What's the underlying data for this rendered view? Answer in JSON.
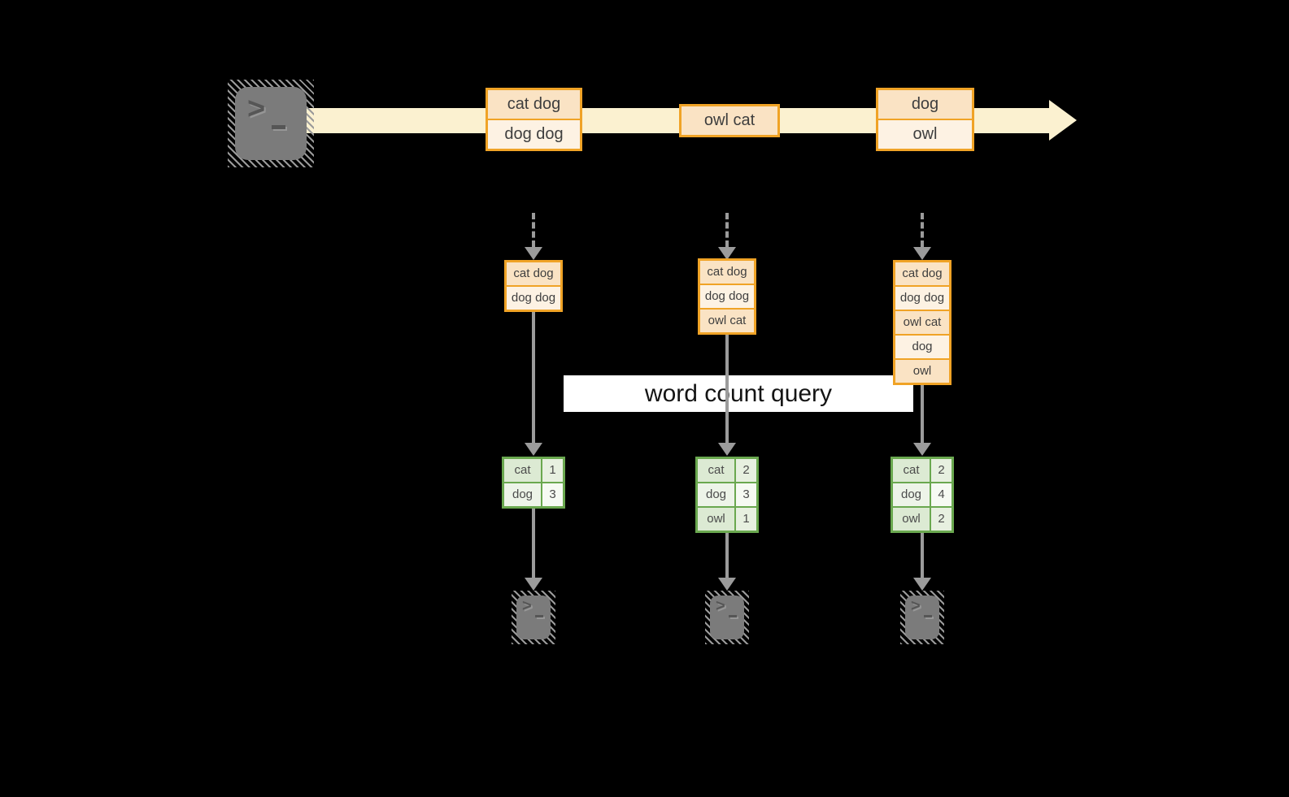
{
  "query_label": "word count query",
  "icons": {
    "source": "terminal-icon",
    "outputs": [
      "terminal-icon",
      "terminal-icon",
      "terminal-icon"
    ],
    "prompt_char": ">"
  },
  "colors": {
    "background": "#000000",
    "stream_fill": "#fbf1d0",
    "event_border": "#f0a326",
    "event_fill_dark": "#fae3c4",
    "event_fill_light": "#fdf2e3",
    "table_border": "#6aa84f",
    "table_cell_green": "#dcead3",
    "table_cell_light": "#edf4e8",
    "arrow_gray": "#9b9b9b",
    "terminal_gray": "#7b7b7b",
    "label_background": "#ffffff"
  },
  "stream_events": [
    {
      "lines": [
        "cat dog",
        "dog dog"
      ]
    },
    {
      "lines": [
        "owl cat"
      ]
    },
    {
      "lines": [
        "dog",
        "owl"
      ]
    }
  ],
  "snapshots": [
    {
      "lines": [
        "cat dog",
        "dog dog"
      ]
    },
    {
      "lines": [
        "cat dog",
        "dog dog",
        "owl cat"
      ]
    },
    {
      "lines": [
        "cat dog",
        "dog dog",
        "owl cat",
        "dog",
        "owl"
      ]
    }
  ],
  "results": [
    {
      "rows": [
        {
          "word": "cat",
          "count": "1"
        },
        {
          "word": "dog",
          "count": "3"
        }
      ]
    },
    {
      "rows": [
        {
          "word": "cat",
          "count": "2"
        },
        {
          "word": "dog",
          "count": "3"
        },
        {
          "word": "owl",
          "count": "1"
        }
      ]
    },
    {
      "rows": [
        {
          "word": "cat",
          "count": "2"
        },
        {
          "word": "dog",
          "count": "4"
        },
        {
          "word": "owl",
          "count": "2"
        }
      ]
    }
  ]
}
